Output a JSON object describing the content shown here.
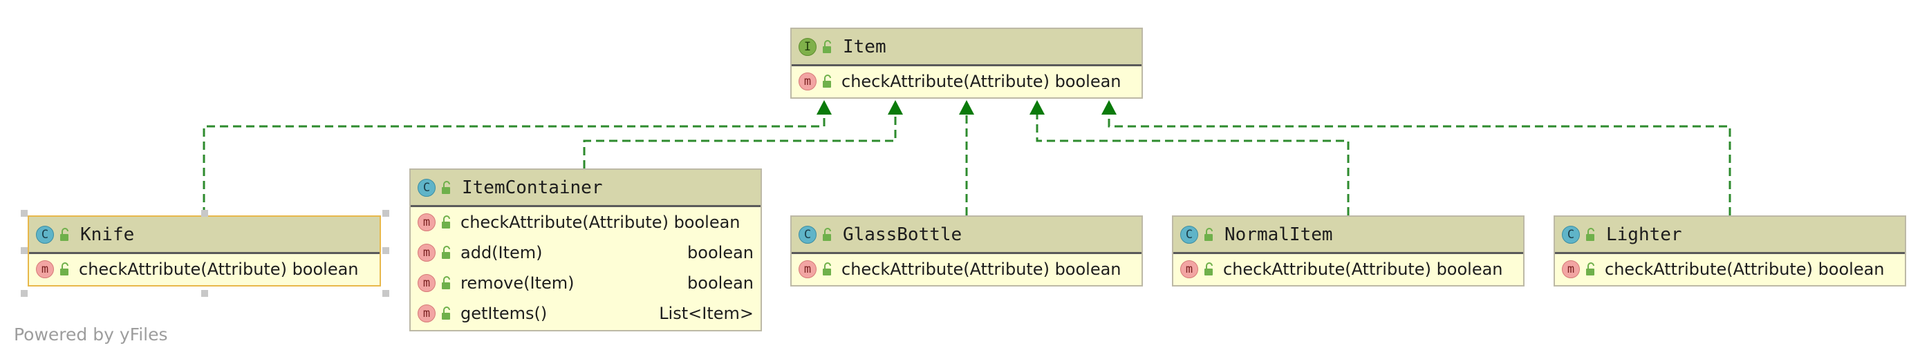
{
  "diagram": {
    "interface": {
      "name": "Item",
      "kind": "I",
      "members": [
        {
          "kind": "m",
          "name": "checkAttribute(Attribute) boolean",
          "type": ""
        }
      ]
    },
    "classes": [
      {
        "id": "knife",
        "kind": "C",
        "name": "Knife",
        "selected": true,
        "members": [
          {
            "kind": "m",
            "name": "checkAttribute(Attribute) boolean",
            "type": ""
          }
        ]
      },
      {
        "id": "itemcontainer",
        "kind": "C",
        "name": "ItemContainer",
        "selected": false,
        "members": [
          {
            "kind": "m",
            "name": "checkAttribute(Attribute) boolean",
            "type": ""
          },
          {
            "kind": "m",
            "name": "add(Item)",
            "type": "boolean"
          },
          {
            "kind": "m",
            "name": "remove(Item)",
            "type": "boolean"
          },
          {
            "kind": "m",
            "name": "getItems()",
            "type": "List<Item>"
          }
        ]
      },
      {
        "id": "glassbottle",
        "kind": "C",
        "name": "GlassBottle",
        "selected": false,
        "members": [
          {
            "kind": "m",
            "name": "checkAttribute(Attribute) boolean",
            "type": ""
          }
        ]
      },
      {
        "id": "normalitem",
        "kind": "C",
        "name": "NormalItem",
        "selected": false,
        "members": [
          {
            "kind": "m",
            "name": "checkAttribute(Attribute) boolean",
            "type": ""
          }
        ]
      },
      {
        "id": "lighter",
        "kind": "C",
        "name": "Lighter",
        "selected": false,
        "members": [
          {
            "kind": "m",
            "name": "checkAttribute(Attribute) boolean",
            "type": ""
          }
        ]
      }
    ],
    "relations": [
      {
        "from": "Knife",
        "to": "Item",
        "type": "realization"
      },
      {
        "from": "ItemContainer",
        "to": "Item",
        "type": "realization"
      },
      {
        "from": "GlassBottle",
        "to": "Item",
        "type": "realization"
      },
      {
        "from": "NormalItem",
        "to": "Item",
        "type": "realization"
      },
      {
        "from": "Lighter",
        "to": "Item",
        "type": "realization"
      }
    ],
    "colors": {
      "header": "#d6d6ab",
      "body": "#fefed6",
      "edge": "#2e8b2e",
      "arrowhead": "#0a7a0a",
      "selection": "#e8b84b"
    },
    "icons": {
      "class_badge": "class-c-icon",
      "interface_badge": "interface-i-icon",
      "method_badge": "method-m-icon",
      "visibility": "public-lock-icon"
    }
  },
  "watermark": "Powered by yFiles"
}
